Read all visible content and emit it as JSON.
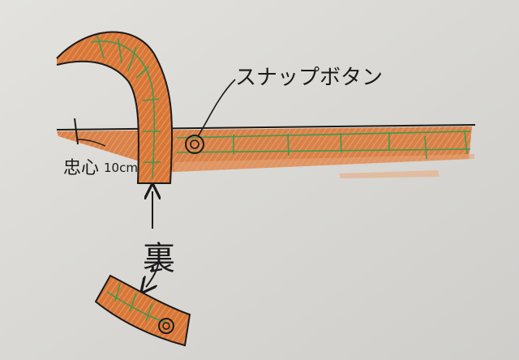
{
  "labels": {
    "snap_button": "スナップボタン",
    "center": "忠心",
    "distance": "10cm",
    "reverse_side": "裏"
  },
  "colors": {
    "paper": "#dcdbd7",
    "orange_fill": "#d8773a",
    "green_stitch": "#3f9a4c",
    "ink": "#1a1a1a"
  },
  "icons": {
    "snap": "snap-button-icon",
    "arrow_up": "arrow-up-icon",
    "arrow_down": "arrow-down-icon"
  }
}
